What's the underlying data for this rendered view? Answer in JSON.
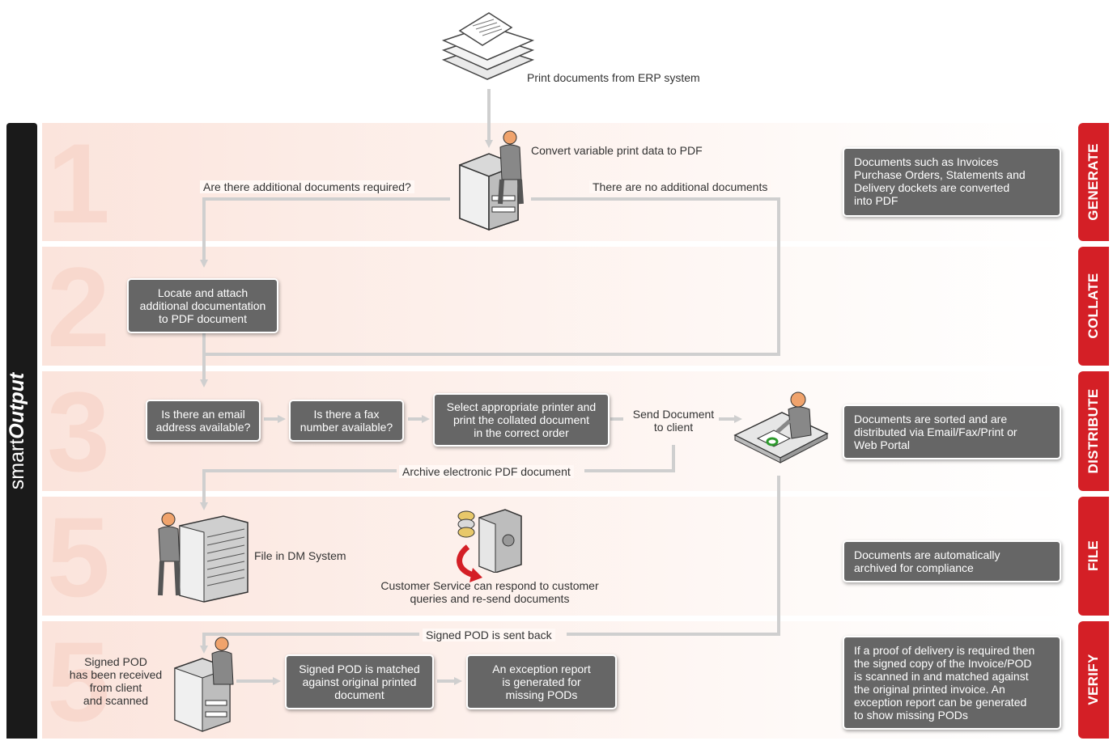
{
  "brand": {
    "prefix": "smart",
    "suffix": "Output"
  },
  "stages": [
    {
      "number": "1",
      "label": "GENERATE"
    },
    {
      "number": "2",
      "label": "COLLATE"
    },
    {
      "number": "3",
      "label": "DISTRIBUTE"
    },
    {
      "number": "5",
      "label": "FILE"
    },
    {
      "number": "5",
      "label": "VERIFY"
    }
  ],
  "labels": {
    "print_docs": "Print documents from ERP system",
    "convert": "Convert variable print data to PDF",
    "additional_q": "Are there additional documents required?",
    "no_additional": "There are no additional documents",
    "send_doc": "Send Document\nto client",
    "archive": "Archive electronic PDF document",
    "file_dm": "File in DM System",
    "customer_service": "Customer Service can respond to customer\nqueries and re-send documents",
    "signed_sent_back": "Signed POD is sent back",
    "signed_received": "Signed POD\nhas been received\nfrom client\nand scanned"
  },
  "boxes": {
    "locate": "Locate and attach\nadditional documentation\nto PDF document",
    "email": "Is there an email\naddress available?",
    "fax": "Is there a fax\nnumber available?",
    "select_printer": "Select appropriate printer and\nprint the collated document\nin the correct order",
    "matched": "Signed POD is matched\nagainst original printed\ndocument",
    "exception": "An exception report\nis generated for\nmissing PODs"
  },
  "notes": {
    "generate": "Documents such as Invoices\nPurchase Orders, Statements and\nDelivery dockets are converted\ninto PDF",
    "distribute": "Documents are sorted and are\ndistributed via Email/Fax/Print or\nWeb Portal",
    "file": "Documents are automatically\narchived for compliance",
    "verify": "If a proof of delivery is required then\nthe signed copy of the Invoice/POD\nis scanned in and matched against\nthe original printed invoice. An\nexception report can be generated\nto show missing PODs"
  },
  "colors": {
    "accent": "#d41f26",
    "box": "#666666",
    "connector": "#cfcfcf",
    "brand_bar": "#1a1a1a"
  },
  "icons": [
    "documents-stack-icon",
    "person-at-printer-icon",
    "person-at-desk-icon",
    "person-at-server-icon",
    "coins-safe-icon",
    "person-at-printer-icon"
  ]
}
